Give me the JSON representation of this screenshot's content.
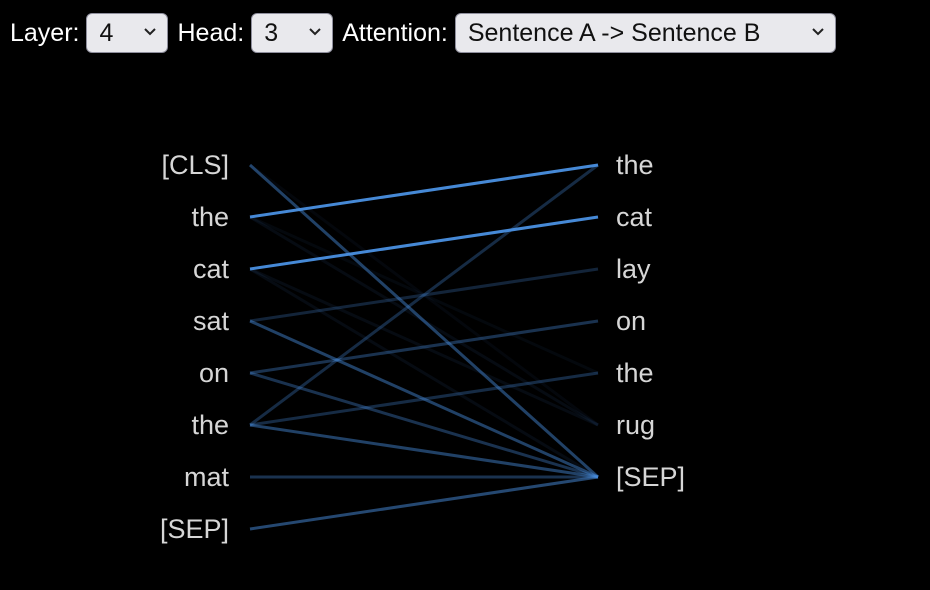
{
  "toolbar": {
    "layer_label": "Layer:",
    "layer_value": "4",
    "head_label": "Head:",
    "head_value": "3",
    "attention_label": "Attention:",
    "attention_value": "Sentence A -> Sentence B"
  },
  "left_tokens": [
    "[CLS]",
    "the",
    "cat",
    "sat",
    "on",
    "the",
    "mat",
    "[SEP]"
  ],
  "right_tokens": [
    "the",
    "cat",
    "lay",
    "on",
    "the",
    "rug",
    "[SEP]"
  ],
  "attention": [
    {
      "from": 0,
      "to": 6,
      "weight": 0.45
    },
    {
      "from": 1,
      "to": 0,
      "weight": 0.95
    },
    {
      "from": 2,
      "to": 1,
      "weight": 0.95
    },
    {
      "from": 3,
      "to": 2,
      "weight": 0.25
    },
    {
      "from": 3,
      "to": 6,
      "weight": 0.45
    },
    {
      "from": 4,
      "to": 3,
      "weight": 0.35
    },
    {
      "from": 4,
      "to": 6,
      "weight": 0.35
    },
    {
      "from": 5,
      "to": 0,
      "weight": 0.3
    },
    {
      "from": 5,
      "to": 4,
      "weight": 0.3
    },
    {
      "from": 5,
      "to": 6,
      "weight": 0.45
    },
    {
      "from": 6,
      "to": 6,
      "weight": 0.35
    },
    {
      "from": 7,
      "to": 6,
      "weight": 0.5
    },
    {
      "from": 1,
      "to": 5,
      "weight": 0.08
    },
    {
      "from": 2,
      "to": 5,
      "weight": 0.08
    },
    {
      "from": 1,
      "to": 4,
      "weight": 0.06
    },
    {
      "from": 2,
      "to": 6,
      "weight": 0.08
    },
    {
      "from": 0,
      "to": 5,
      "weight": 0.05
    }
  ],
  "colors": {
    "line": "#4a90e2",
    "token_text": "#d6d6d6",
    "background": "#000000"
  }
}
